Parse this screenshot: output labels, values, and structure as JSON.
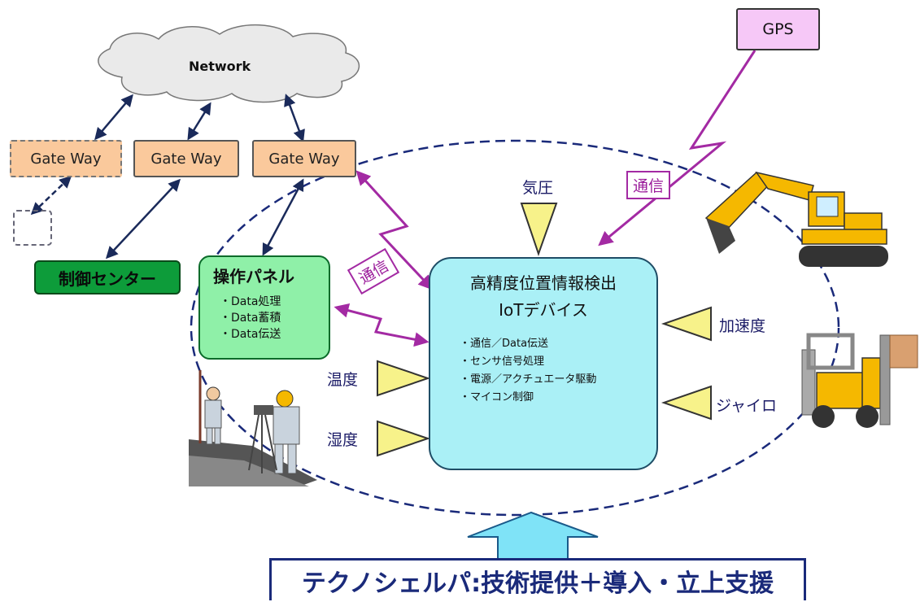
{
  "network": {
    "label": "Network"
  },
  "gateways": [
    {
      "label": "Gate Way"
    },
    {
      "label": "Gate Way"
    },
    {
      "label": "Gate Way"
    }
  ],
  "gps": {
    "label": "GPS"
  },
  "control_center": {
    "label": "制御センター"
  },
  "control_panel": {
    "title": "操作パネル",
    "items": [
      "・Data処理",
      "・Data蓄積",
      "・Data伝送"
    ]
  },
  "device": {
    "title_line1": "高精度位置情報検出",
    "title_line2": "IoTデバイス",
    "items": [
      "・通信／Data伝送",
      "・センサ信号処理",
      "・電源／アクチュエータ駆動",
      "・マイコン制御"
    ]
  },
  "comm_labels": {
    "left": "通信",
    "right": "通信"
  },
  "sensors": {
    "pressure": "気圧",
    "acceleration": "加速度",
    "gyro": "ジャイロ",
    "temperature": "温度",
    "humidity": "湿度"
  },
  "footer": {
    "text": "テクノシェルパ:技術提供＋導入・立上支援"
  },
  "colors": {
    "gateway_fill": "#fac99c",
    "gps_fill": "#f6c8f7",
    "control_fill": "#0d9c3a",
    "panel_fill": "#8ff0a8",
    "device_fill": "#aaf0f6",
    "sensor_fill": "#f7f28a",
    "comm_purple": "#a32aa3",
    "link_navy": "#1a2a5a",
    "big_arrow": "#7fe3f7"
  }
}
